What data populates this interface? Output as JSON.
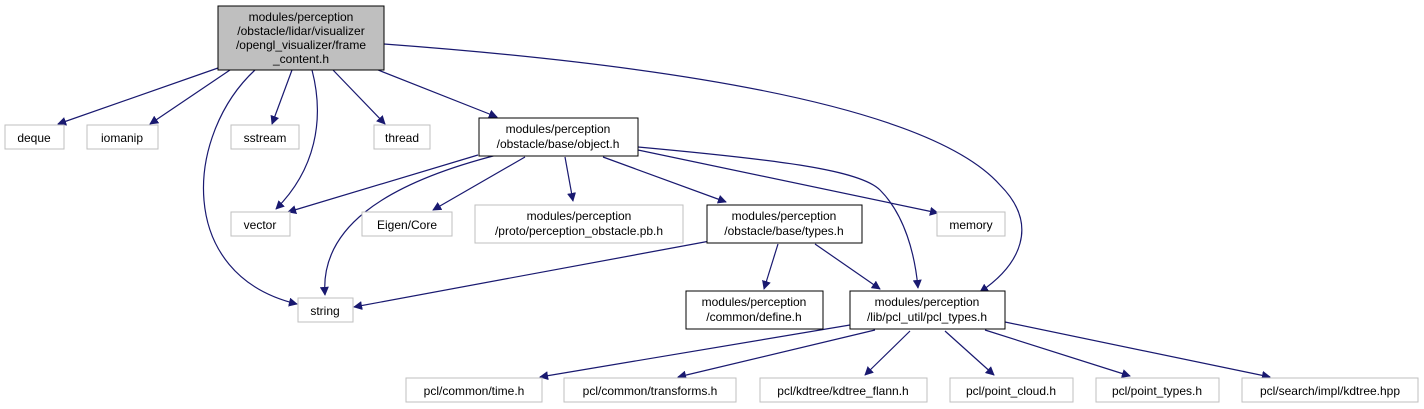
{
  "colors": {
    "edge": "#191970",
    "root_fill": "#bfbfbf",
    "box_stroke_main": "#000000",
    "box_stroke_ext": "#bfbfbf",
    "background": "#ffffff"
  },
  "nodes": {
    "frame_content": [
      "modules/perception",
      "/obstacle/lidar/visualizer",
      "/opengl_visualizer/frame",
      "_content.h"
    ],
    "deque": [
      "deque"
    ],
    "iomanip": [
      "iomanip"
    ],
    "sstream": [
      "sstream"
    ],
    "thread": [
      "thread"
    ],
    "object_h": [
      "modules/perception",
      "/obstacle/base/object.h"
    ],
    "vector": [
      "vector"
    ],
    "eigen_core": [
      "Eigen/Core"
    ],
    "perception_obstacle_pb": [
      "modules/perception",
      "/proto/perception_obstacle.pb.h"
    ],
    "types_h": [
      "modules/perception",
      "/obstacle/base/types.h"
    ],
    "memory": [
      "memory"
    ],
    "string": [
      "string"
    ],
    "define_h": [
      "modules/perception",
      "/common/define.h"
    ],
    "pcl_types_h": [
      "modules/perception",
      "/lib/pcl_util/pcl_types.h"
    ],
    "pcl_time": [
      "pcl/common/time.h"
    ],
    "pcl_transforms": [
      "pcl/common/transforms.h"
    ],
    "pcl_kdtree_flann": [
      "pcl/kdtree/kdtree_flann.h"
    ],
    "pcl_point_cloud": [
      "pcl/point_cloud.h"
    ],
    "pcl_point_types": [
      "pcl/point_types.h"
    ],
    "pcl_search_kdtree": [
      "pcl/search/impl/kdtree.hpp"
    ]
  }
}
